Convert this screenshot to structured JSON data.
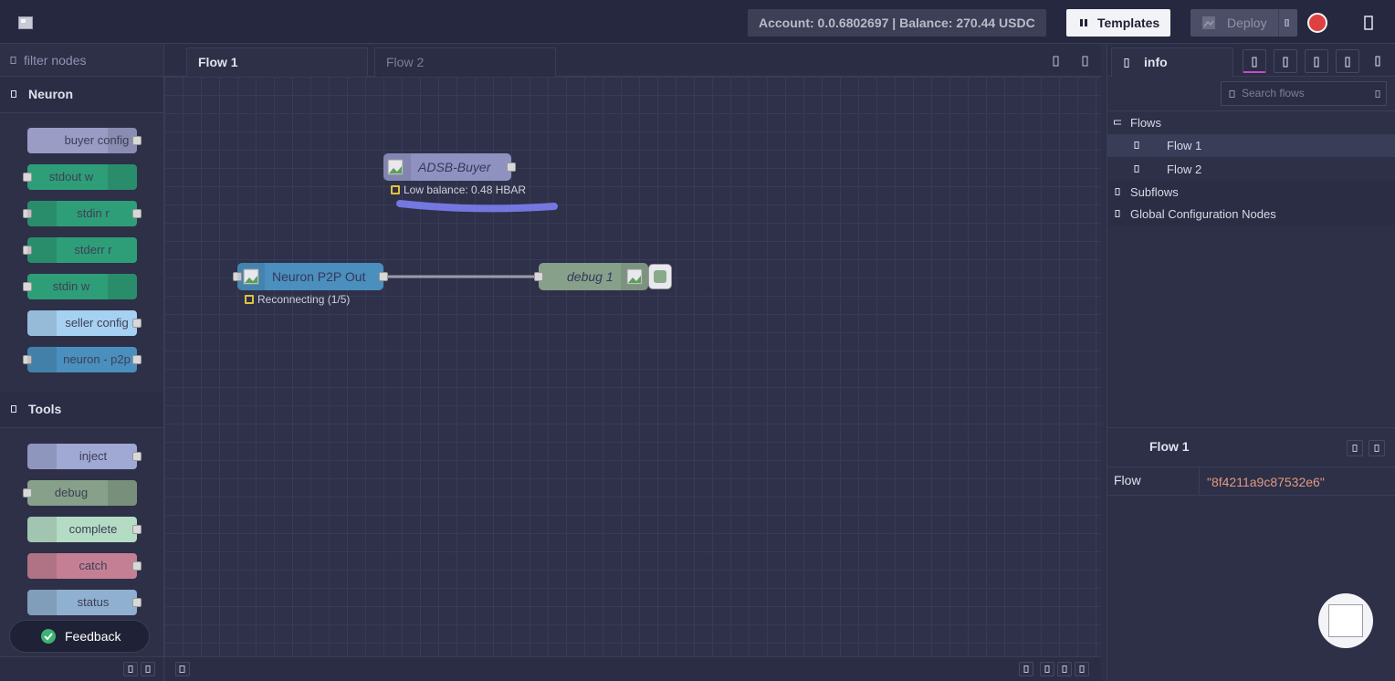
{
  "header": {
    "account_text": "Account: 0.0.6802697 | Balance: 270.44 USDC",
    "templates_label": "Templates",
    "deploy_label": "Deploy"
  },
  "palette": {
    "filter_placeholder": "filter nodes",
    "categories": [
      {
        "label": "Neuron",
        "nodes": [
          "buyer config",
          "stdout w",
          "stdin r",
          "stderr r",
          "stdin w",
          "seller config",
          "neuron - p2p"
        ]
      },
      {
        "label": "Tools",
        "nodes": [
          "inject",
          "debug",
          "complete",
          "catch",
          "status"
        ]
      }
    ],
    "feedback_label": "Feedback"
  },
  "workspace": {
    "tabs": [
      "Flow 1",
      "Flow 2"
    ],
    "active_tab": "Flow 1",
    "nodes": {
      "adsb_buyer": {
        "label": "ADSB-Buyer",
        "status": "Low balance: 0.48 HBAR"
      },
      "neuron_p2p_out": {
        "label": "Neuron P2P Out",
        "status": "Reconnecting (1/5)"
      },
      "debug1": {
        "label": "debug 1"
      }
    }
  },
  "sidebar": {
    "tab_label": "info",
    "search_placeholder": "Search flows",
    "tree": {
      "flows_label": "Flows",
      "flows": [
        "Flow 1",
        "Flow 2"
      ],
      "subflows_label": "Subflows",
      "global_label": "Global Configuration Nodes"
    },
    "props": {
      "title": "Flow 1",
      "rows": [
        {
          "key": "Flow",
          "value": "\"8f4211a9c87532e6\""
        }
      ]
    }
  },
  "colors": {
    "header_bg": "#262840",
    "workspace_bg": "#2e3149",
    "neuron_green": "#2e9e78",
    "neuron_blue": "#4a8fbd",
    "buyer_purple": "#8f91c0",
    "debug_green": "#86a08a",
    "catch_pink": "#c57f95",
    "status_yellow": "#e0c040",
    "record_red": "#e04040"
  },
  "icons": {
    "logo": "node-red-logo",
    "templates": "templates-icon",
    "deploy": "deploy-icon",
    "record": "record-icon",
    "menu": "hamburger-menu-icon",
    "filter": "search-icon",
    "feedback": "check-circle-icon"
  }
}
